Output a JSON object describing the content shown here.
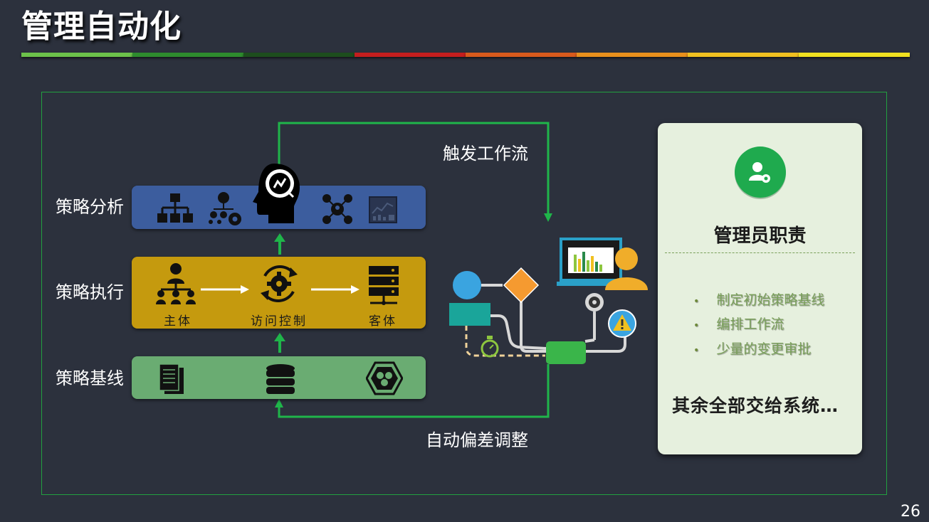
{
  "header": {
    "title": "管理自动化"
  },
  "colors": {
    "rule": [
      "#6cc24a",
      "#2e8b2e",
      "#1d4d1d",
      "#c41e1e",
      "#d85a1c",
      "#e8901c",
      "#f0c020",
      "#f0e020"
    ],
    "frame": "#22a040",
    "card_bg": "#e6f0de"
  },
  "rows": {
    "analysis": {
      "label": "策略分析"
    },
    "execution": {
      "label": "策略执行",
      "subject": "主体",
      "access": "访问控制",
      "object": "客体"
    },
    "baseline": {
      "label": "策略基线"
    }
  },
  "flows": {
    "trigger": "触发工作流",
    "auto_adjust": "自动偏差调整"
  },
  "card": {
    "title": "管理员职责",
    "items": [
      "制定初始策略基线",
      "编排工作流",
      "少量的变更审批"
    ],
    "footer": "其余全部交给系统…"
  },
  "icons": [
    "hierarchy-icon",
    "org-settings-icon",
    "head-analytics-icon",
    "network-icon",
    "dashboard-icon",
    "person-icon",
    "gear-cycle-icon",
    "server-icon",
    "document-icon",
    "database-icon",
    "hexagon-icon",
    "admin-gear-icon",
    "monitor-chart-icon",
    "user-icon",
    "warning-icon",
    "stopwatch-icon"
  ],
  "page": {
    "number": "26"
  }
}
